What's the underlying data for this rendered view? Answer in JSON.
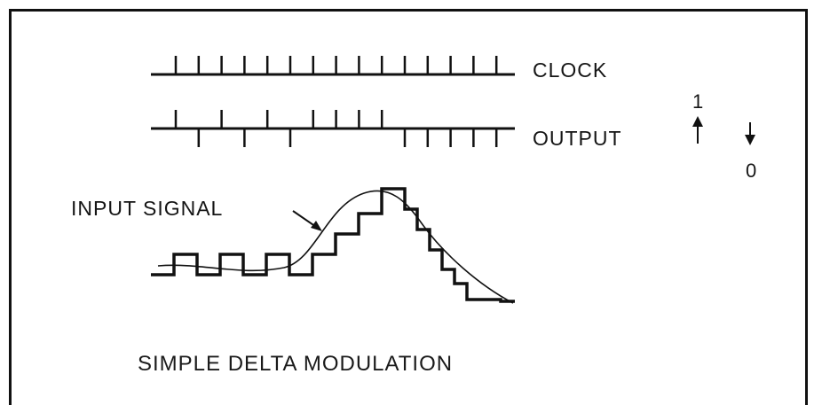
{
  "labels": {
    "clock": "CLOCK",
    "output": "OUTPUT",
    "output_high": "1",
    "output_low": "0",
    "input_signal": "INPUT SIGNAL",
    "caption": "SIMPLE DELTA MODULATION"
  },
  "clock": {
    "pulses": 15
  },
  "output": {
    "bits": [
      1,
      0,
      1,
      0,
      1,
      0,
      1,
      1,
      1,
      1,
      0,
      0,
      0,
      0,
      0
    ]
  },
  "colors": {
    "ink": "#111111",
    "background": "#ffffff"
  }
}
